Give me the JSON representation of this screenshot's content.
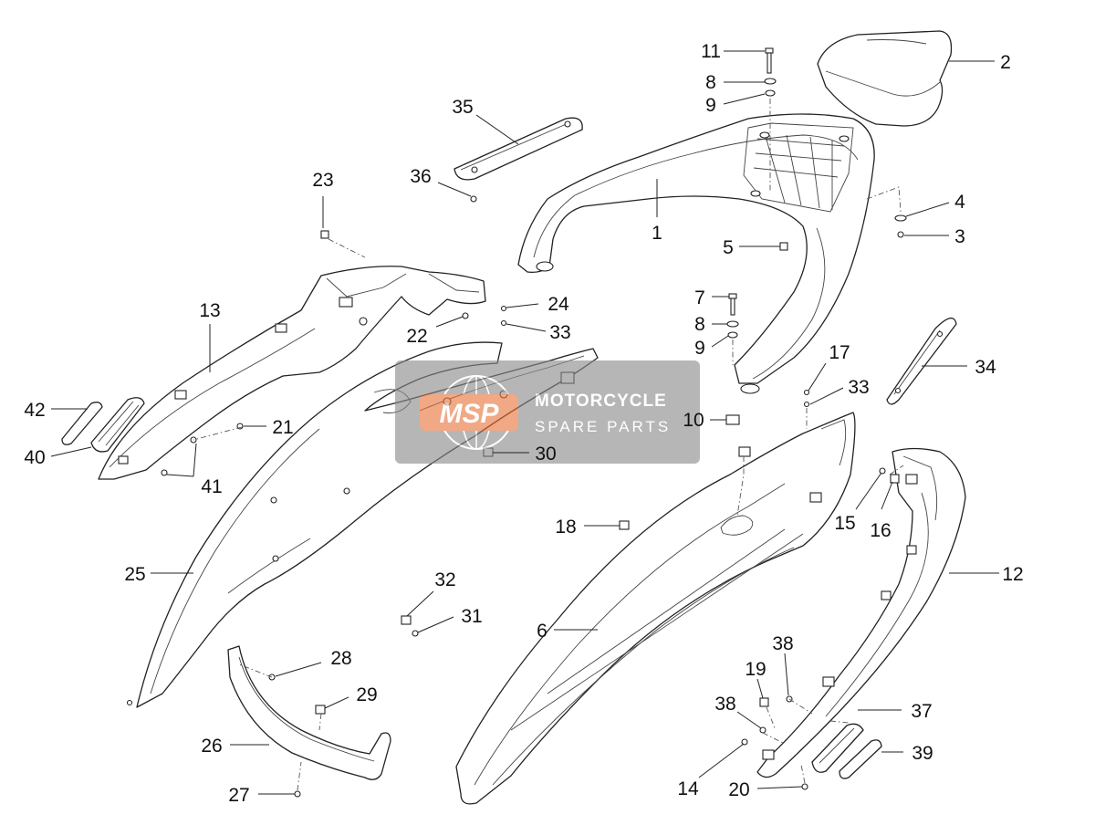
{
  "watermark": {
    "logo_text": "MSP",
    "line1": "MOTORCYCLE",
    "line2": "SPARE PARTS",
    "bg_color": "#8a8a8a",
    "logo_color": "#e8743b"
  },
  "callouts": [
    {
      "id": "1"
    },
    {
      "id": "2"
    },
    {
      "id": "3"
    },
    {
      "id": "4"
    },
    {
      "id": "5"
    },
    {
      "id": "6"
    },
    {
      "id": "7"
    },
    {
      "id": "8"
    },
    {
      "id": "8"
    },
    {
      "id": "9"
    },
    {
      "id": "9"
    },
    {
      "id": "10"
    },
    {
      "id": "11"
    },
    {
      "id": "12"
    },
    {
      "id": "13"
    },
    {
      "id": "14"
    },
    {
      "id": "15"
    },
    {
      "id": "16"
    },
    {
      "id": "17"
    },
    {
      "id": "18"
    },
    {
      "id": "19"
    },
    {
      "id": "20"
    },
    {
      "id": "21"
    },
    {
      "id": "22"
    },
    {
      "id": "23"
    },
    {
      "id": "24"
    },
    {
      "id": "25"
    },
    {
      "id": "26"
    },
    {
      "id": "27"
    },
    {
      "id": "28"
    },
    {
      "id": "29"
    },
    {
      "id": "30"
    },
    {
      "id": "31"
    },
    {
      "id": "32"
    },
    {
      "id": "33"
    },
    {
      "id": "33"
    },
    {
      "id": "34"
    },
    {
      "id": "35"
    },
    {
      "id": "36"
    },
    {
      "id": "37"
    },
    {
      "id": "38"
    },
    {
      "id": "38"
    },
    {
      "id": "39"
    },
    {
      "id": "40"
    },
    {
      "id": "41"
    },
    {
      "id": "42"
    }
  ]
}
